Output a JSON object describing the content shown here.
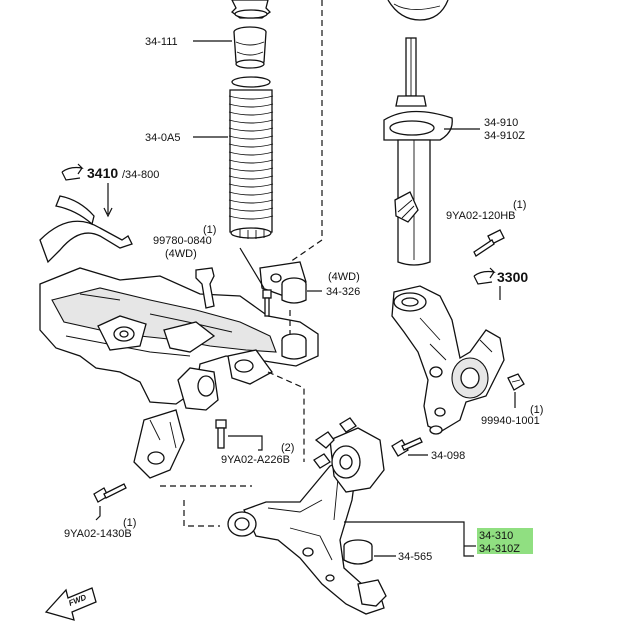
{
  "labels": {
    "p34_111": "34-111",
    "p34_0a5": "34-0A5",
    "p3410": "3410",
    "p3410_suffix": "/34-800",
    "p99780_qty": "(1)",
    "p99780": "99780-0840",
    "p99780_note": "(4WD)",
    "p34_326_note": "(4WD)",
    "p34_326": "34-326",
    "p34_910": "34-910",
    "p34_910z": "34-910Z",
    "p9ya02_120_qty": "(1)",
    "p9ya02_120": "9YA02-120HB",
    "p3300": "3300",
    "p99940_qty": "(1)",
    "p99940": "99940-1001",
    "p34_098": "34-098",
    "p9ya02_a22_qty": "(2)",
    "p9ya02_a22": "9YA02-A226B",
    "p9ya02_143_qty": "(1)",
    "p9ya02_143": "9YA02-1430B",
    "p34_565": "34-565",
    "p34_310": "34-310",
    "p34_310z": "34-310Z",
    "fwd": "FWD"
  },
  "colors": {
    "highlight": "#7dd96b",
    "ink": "#111111"
  }
}
